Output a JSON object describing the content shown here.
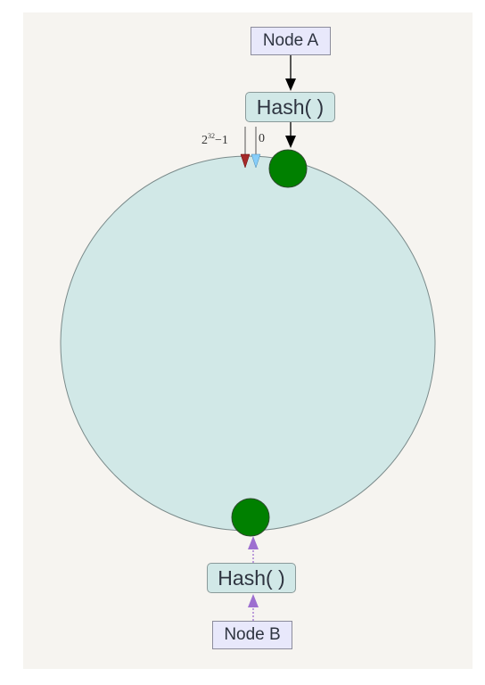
{
  "diagram": {
    "node_a": "Node A",
    "node_b": "Node B",
    "hash_a": "Hash( )",
    "hash_b": "Hash( )",
    "range_max_base": "2",
    "range_max_exp": "32",
    "range_max_suffix": "−1",
    "range_zero": "0"
  },
  "colors": {
    "ring_fill": "#d1e8e7",
    "node_point": "#008000",
    "max_marker": "#a52a2a",
    "zero_marker": "#87cefa",
    "node_b_arrow": "#9d6fd0",
    "background": "#f6f4f0"
  }
}
